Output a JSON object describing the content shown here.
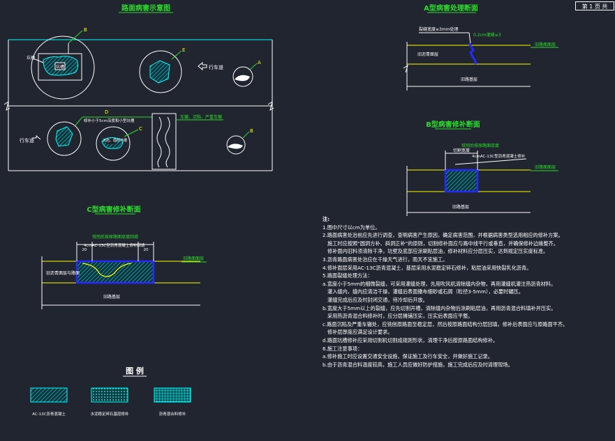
{
  "sheet": {
    "label": "第 1 页  共"
  },
  "titles": {
    "plan": "路面病害示意图",
    "section_a": "A型病害处理断面",
    "section_b": "B型病害修补断面",
    "section_c": "C型病害修补断面",
    "legend": "图 例"
  },
  "plan": {
    "labels": {
      "B": "B",
      "E": "E",
      "A": "A",
      "D": "D",
      "C": "C",
      "pothole_big": "坑槽",
      "pothole_small": "坑槽",
      "arrow_up": "行车道",
      "arrow_down": "行车道",
      "rut_note": "车辙、沉陷、严重车辙",
      "crack_note": "修补小于5cm深度和小型坑槽",
      "depression": "沉陷、局部坑槽"
    }
  },
  "section_a": {
    "crack_label": "裂缝宽度≥3mm处理",
    "gap_label": "0.2cm灌缝≤3",
    "surface_label": "旧路面面层",
    "base_label": "旧路基层",
    "left_label": "旧沥青面层"
  },
  "section_b": {
    "width_label": "切割宽度",
    "top_label": "铣刨后按原路面厚度",
    "fill_label": "4cmAC-13C型沥青混凝土修补",
    "surface_label": "旧路面面层",
    "base_label": "旧路基层"
  },
  "section_c": {
    "top_label": "铣刨后按原路面厚度回填",
    "fill_label": "4cmAC-13C型沥青混凝土修补回填",
    "surface_label": "旧路面面层",
    "left_label": "旧沥青面层与路面",
    "base_label": "旧路基层",
    "dim1": "20",
    "dim2": "20"
  },
  "legend": {
    "items": [
      {
        "label": "AC-13C沥青混凝土"
      },
      {
        "label": "水泥稳定碎石基层修补"
      },
      {
        "label": "沥青混合料修补"
      }
    ]
  },
  "notes": {
    "title": "注:",
    "lines": [
      "1.图中尺寸以cm为单位。",
      "2.路面病害处治前应先进行调查，查明病害产生原因，确定病害范围，并根据病害类型选用相应的修补方案。",
      "  施工时应按照“圆洞方补、斜洞正补”的原则，切割修补面应与路中线平行或垂直，并确保修补边缘整齐。",
      "  修补面内旧料须清除干净，坑壁及底部应涂刷粘层油，修补材料应分层压实，达到规定压实度标准。",
      "3.沥青路面病害处治应在干燥天气进行，雨天不宜施工。",
      "4.修补面层采用AC-13C沥青混凝土，基层采用水泥稳定碎石修补，粘层油采用快裂乳化沥青。",
      "5.路面裂缝处理方法：",
      "a.宽度小于5mm的细微裂缝，可采用灌缝处理，先用吹风机清除缝内杂物，再用灌缝机灌注热沥青材料。",
      "  灌入缝内，缝内应清洁干燥，灌缝后表面撒布细砂或石屑（粒径3-5mm），必要时碾压。",
      "  灌缝完成后应及时封闭交通，待冷却后开放。",
      "b.宽度大于5mm以上的裂缝，应先切割开槽，清除缝内杂物后涂刷粘层油，再用沥青混合料填补并压实。",
      "  采用热沥青混合料修补时，应分层摊铺压实，压实后表面应平整。",
      "c.路面沉陷及严重车辙处，应铣刨原路面至稳定层，然后按原路面结构分层回填，修补后表面应与原路面平齐。",
      "  修补层厚度应满足设计要求。",
      "d.路面坑槽修补应采用切割机切割成规则形状，清理干净后按原路面结构修补。",
      "6.施工注意事项：",
      "a.修补施工时应设置交通安全设施，保证施工及行车安全，并做好施工记录。",
      "b.由于沥青混合料温度较高，施工人员应做好防护措施，施工完成后应及时清理现场。"
    ]
  },
  "colors": {
    "background": "#21252f",
    "cyan": "#00ffff",
    "green": "#2ddc2d",
    "yellow": "#ffff00",
    "white": "#ffffff",
    "blue": "#2727ff",
    "hatch_cyan": "#00c8c8"
  }
}
